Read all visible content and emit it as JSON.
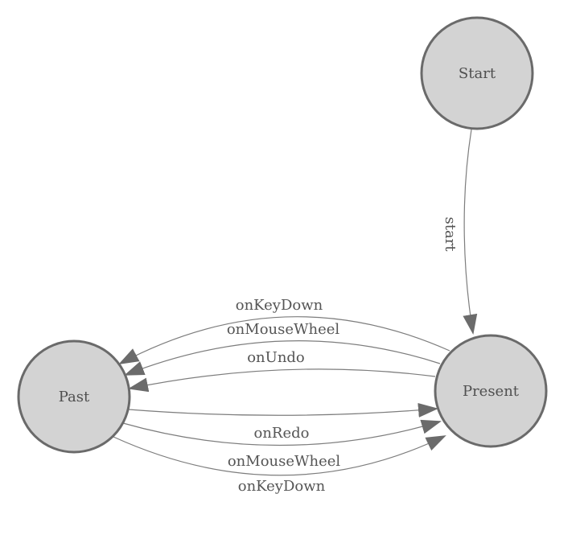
{
  "diagram": {
    "type": "state-machine",
    "background_color": "#ffffff",
    "colors": {
      "node_fill": "#d3d3d3",
      "node_stroke": "#6a6a6a",
      "edge_stroke": "#7d7d7d",
      "arrowhead_fill": "#6b6b6b",
      "node_text": "#4f4f4f",
      "edge_text": "#555555"
    },
    "nodes": [
      {
        "id": "start",
        "label": "Start"
      },
      {
        "id": "present",
        "label": "Present"
      },
      {
        "id": "past",
        "label": "Past"
      }
    ],
    "edges": [
      {
        "id": "start-to-present",
        "from": "Start",
        "to": "Present",
        "label": "start"
      },
      {
        "id": "present-to-past-onkeydown",
        "from": "Present",
        "to": "Past",
        "label": "onKeyDown"
      },
      {
        "id": "present-to-past-onmousewheel",
        "from": "Present",
        "to": "Past",
        "label": "onMouseWheel"
      },
      {
        "id": "present-to-past-onundo",
        "from": "Present",
        "to": "Past",
        "label": "onUndo"
      },
      {
        "id": "past-to-present-onredo",
        "from": "Past",
        "to": "Present",
        "label": "onRedo"
      },
      {
        "id": "past-to-present-onmousewheel",
        "from": "Past",
        "to": "Present",
        "label": "onMouseWheel"
      },
      {
        "id": "past-to-present-onkeydown",
        "from": "Past",
        "to": "Present",
        "label": "onKeyDown"
      }
    ]
  }
}
